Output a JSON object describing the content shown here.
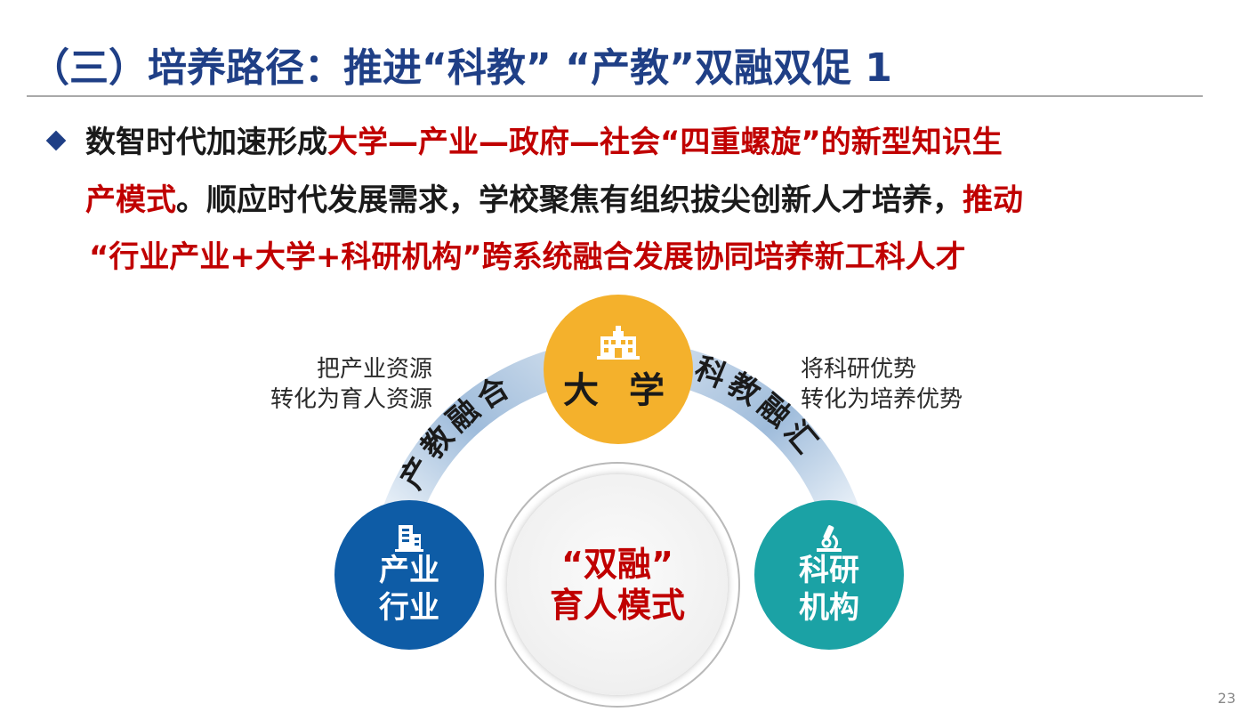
{
  "title": "（三）培养路径：推进“科教” “产教”双融双促 1",
  "bullet": {
    "line1_black": "数智时代加速形成",
    "line1_red": "大学—产业—政府—社会“四重螺旋”的新型知识生",
    "line2_red_start": "产模式",
    "line2_black": "。顺应时代发展需求，学校聚焦有组织拔尖创新人才培养，",
    "line2_red_end": "推动",
    "line3_red": "“行业产业+大学+科研机构”跨系统融合发展协同培养新工科人才"
  },
  "diagram": {
    "top_node": {
      "label": "大 学",
      "icon": "university-building-icon",
      "color": "#f4b12c"
    },
    "left_node": {
      "line1": "产业",
      "line2": "行业",
      "icon": "office-building-icon",
      "color": "#0e5ca6"
    },
    "right_node": {
      "line1": "科研",
      "line2": "机构",
      "icon": "microscope-icon",
      "color": "#1ba2a5"
    },
    "center": {
      "line1": "“双融”",
      "line2": "育人模式"
    },
    "left_arc_label": "产教融合",
    "right_arc_label": "科教融汇",
    "left_annotation": {
      "line1": "把产业资源",
      "line2": "转化为育人资源"
    },
    "right_annotation": {
      "line1": "将科研优势",
      "line2": "转化为培养优势"
    }
  },
  "page_number": "23"
}
